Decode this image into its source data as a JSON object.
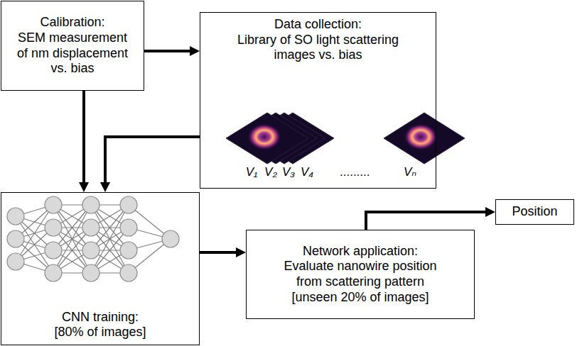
{
  "diagram": {
    "nodes": [
      {
        "text": [
          "Calibration:",
          "SEM measurement of nm displacement vs. bias"
        ]
      },
      {
        "text": [
          "Data collection:",
          "Library of SO light scattering images vs. bias"
        ]
      },
      {
        "text": [
          "CNN training:",
          "[80% of images]"
        ]
      },
      {
        "text": [
          "Network application:",
          "Evaluate nanowire position from scattering pattern [unseen 20% of images]"
        ]
      },
      {
        "text": [
          "Position"
        ]
      }
    ],
    "edges": [
      {
        "from": 0,
        "to": 1,
        "arrow": "to"
      },
      {
        "from": 0,
        "to": 2,
        "arrow": "to"
      },
      {
        "from": 1,
        "to": 2,
        "arrow": "to"
      },
      {
        "from": 2,
        "to": 3,
        "arrow": "to"
      },
      {
        "from": 3,
        "to": 4,
        "arrow": "to"
      }
    ],
    "labels": [
      "V₁",
      "V₂",
      "V₃",
      "V₄",
      ".........",
      "Vₙ"
    ]
  }
}
